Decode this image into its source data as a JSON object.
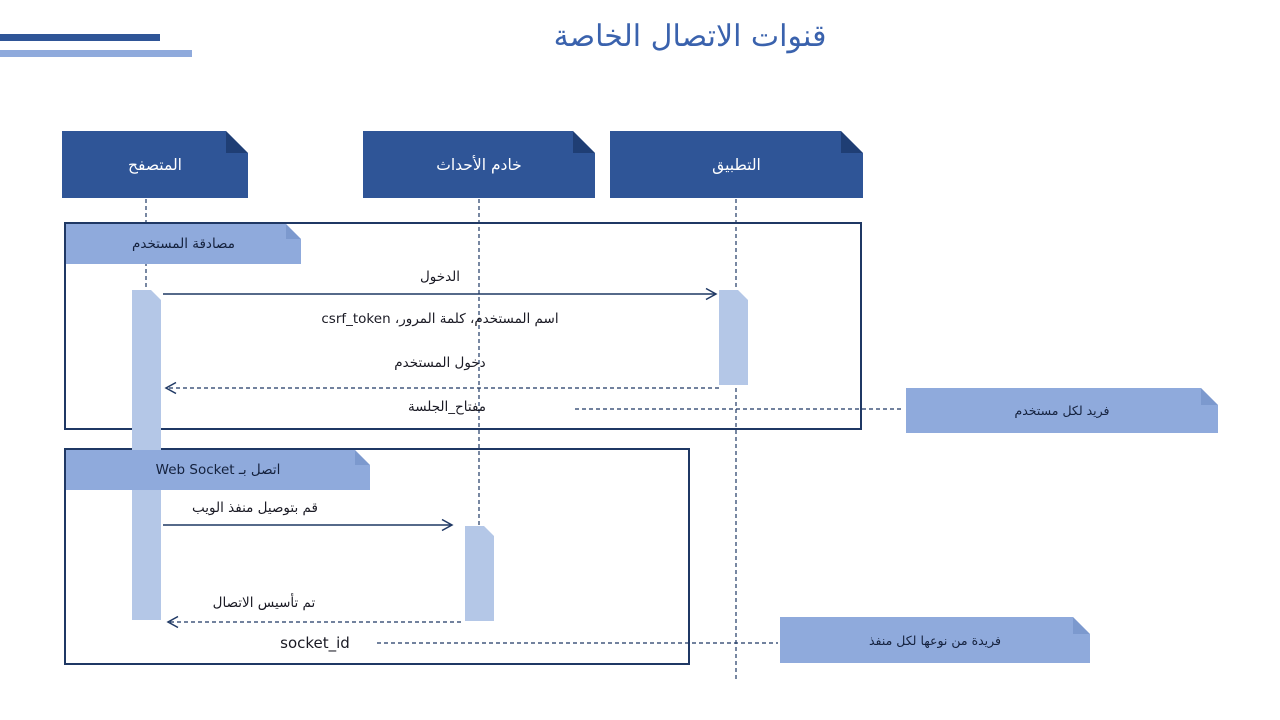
{
  "title": "قنوات الاتصال الخاصة",
  "actors": [
    {
      "label": "المتصفح"
    },
    {
      "label": "خادم الأحداث"
    },
    {
      "label": "التطبيق"
    }
  ],
  "frames": [
    {
      "label": "مصادقة المستخدم"
    },
    {
      "label": "اتصل بـ Web Socket"
    }
  ],
  "messages": {
    "login": "الدخول",
    "credentials": "اسم المستخدم، كلمة المرور، csrf_token",
    "user_login": "دخول المستخدم",
    "session_key": "مفتاح_الجلسة",
    "connect_socket": "قم بتوصيل منفذ الويب",
    "connection_established": "تم تأسيس الاتصال",
    "socket_id": "socket_id"
  },
  "notes": [
    {
      "text": "فريد لكل مستخدم"
    },
    {
      "text": "فريدة من نوعها لكل منفذ"
    }
  ],
  "colors": {
    "actor_fill": "#2F5597",
    "accent_light": "#8FAADC",
    "activation_fill": "#B4C7E7",
    "frame_border": "#1F3864",
    "title_text": "#3A62AD"
  }
}
